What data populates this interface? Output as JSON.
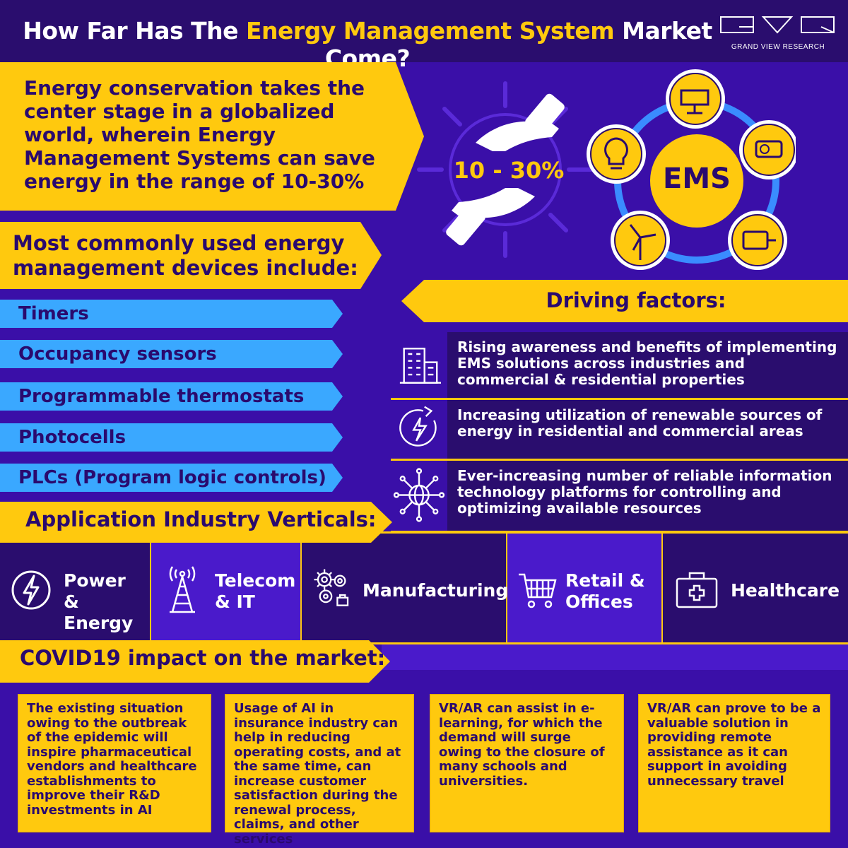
{
  "header": {
    "title_pre": "How Far Has The ",
    "title_highlight": "Energy Management System",
    "title_post": " Market Come?",
    "logo_text": "GRAND VIEW RESEARCH"
  },
  "intro": {
    "text": "Energy conservation takes the center stage in a globalized world, wherein Energy Management Systems can save energy in the range of 10-30%",
    "range_label": "10 - 30%",
    "ems_label": "EMS"
  },
  "devices": {
    "title": "Most commonly used energy management devices include:",
    "items": [
      "Timers",
      "Occupancy sensors",
      "Programmable thermostats",
      "Photocells",
      "PLCs (Program logic controls)"
    ]
  },
  "drivers": {
    "title": "Driving factors:",
    "items": [
      {
        "icon": "building-icon",
        "text": "Rising awareness and benefits of implementing EMS solutions across industries and commercial & residential properties"
      },
      {
        "icon": "renewable-energy-icon",
        "text": "Increasing utilization of renewable sources of energy in residential and commercial areas"
      },
      {
        "icon": "network-globe-icon",
        "text": "Ever-increasing number of reliable information technology platforms for controlling and optimizing available resources"
      }
    ]
  },
  "verticals": {
    "title": "Application Industry Verticals:",
    "items": [
      {
        "icon": "lightning-icon",
        "label": "Power & Energy"
      },
      {
        "icon": "tower-icon",
        "label": "Telecom & IT"
      },
      {
        "icon": "gears-icon",
        "label": "Manufacturing"
      },
      {
        "icon": "cart-icon",
        "label": "Retail & Offices"
      },
      {
        "icon": "medical-kit-icon",
        "label": "Healthcare"
      }
    ]
  },
  "covid": {
    "title": "COVID19 impact on the market:",
    "cards": [
      "The existing situation owing to the outbreak of the epidemic will inspire pharmaceutical vendors and healthcare establishments to improve their R&D investments in AI",
      "Usage of AI in insurance industry can help in reducing operating costs, and at the same time, can increase customer satisfaction during the renewal process, claims, and other services",
      "VR/AR can assist in e-learning, for which the demand will surge owing to the closure of many schools and universities.",
      "VR/AR can prove to be a valuable solution in providing remote assistance as it can support in avoiding unnecessary travel"
    ]
  },
  "colors": {
    "background": "#3a0fa8",
    "dark_panel": "#2a0d6e",
    "accent_yellow": "#ffc90e",
    "device_blue": "#3aa8ff",
    "ring_blue": "#3a8cff"
  }
}
